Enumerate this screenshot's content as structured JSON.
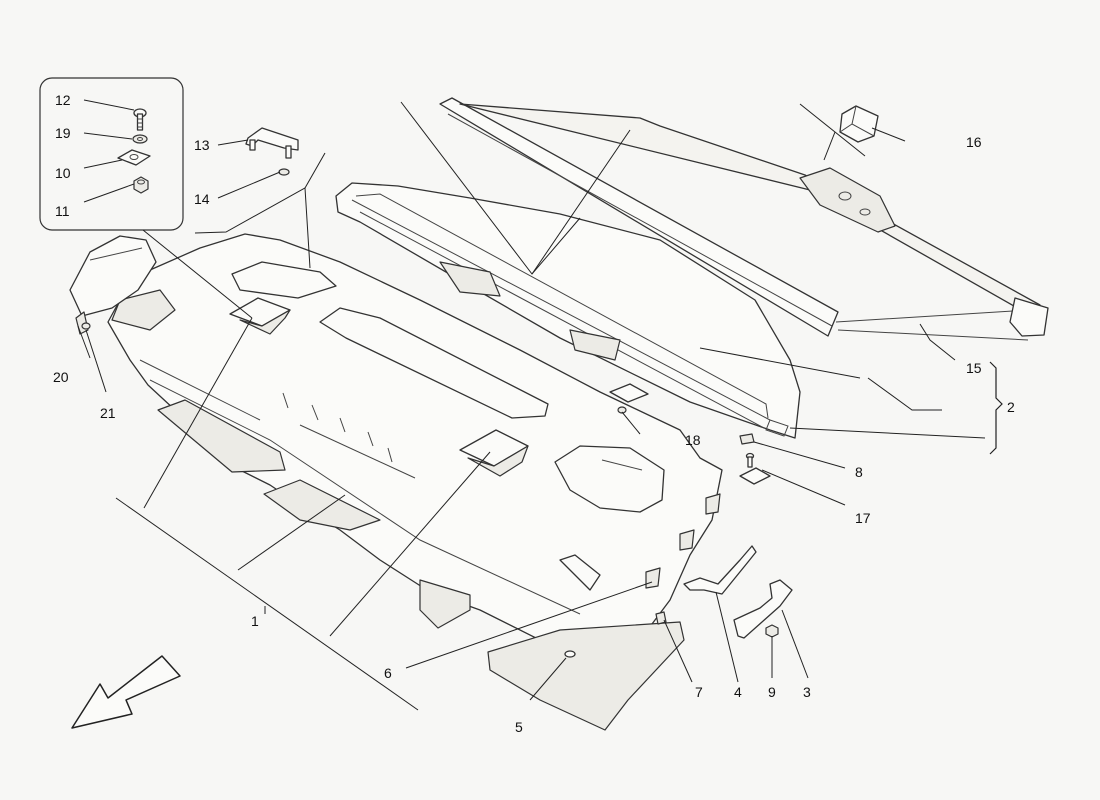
{
  "callouts": [
    {
      "id": "c1",
      "text": "1"
    },
    {
      "id": "c2",
      "text": "2"
    },
    {
      "id": "c3",
      "text": "3"
    },
    {
      "id": "c4",
      "text": "4"
    },
    {
      "id": "c5",
      "text": "5"
    },
    {
      "id": "c6",
      "text": "6"
    },
    {
      "id": "c7",
      "text": "7"
    },
    {
      "id": "c8",
      "text": "8"
    },
    {
      "id": "c9",
      "text": "9"
    },
    {
      "id": "c10",
      "text": "10"
    },
    {
      "id": "c11",
      "text": "11"
    },
    {
      "id": "c12",
      "text": "12"
    },
    {
      "id": "c13",
      "text": "13"
    },
    {
      "id": "c14",
      "text": "14"
    },
    {
      "id": "c15",
      "text": "15"
    },
    {
      "id": "c16",
      "text": "16"
    },
    {
      "id": "c17",
      "text": "17"
    },
    {
      "id": "c18",
      "text": "18"
    },
    {
      "id": "c19",
      "text": "19"
    },
    {
      "id": "c20",
      "text": "20"
    },
    {
      "id": "c21",
      "text": "21"
    }
  ],
  "icons": {
    "direction_arrow": "front-direction-arrow-icon"
  },
  "colors": {
    "line": "#333333",
    "background": "#f7f7f5"
  }
}
